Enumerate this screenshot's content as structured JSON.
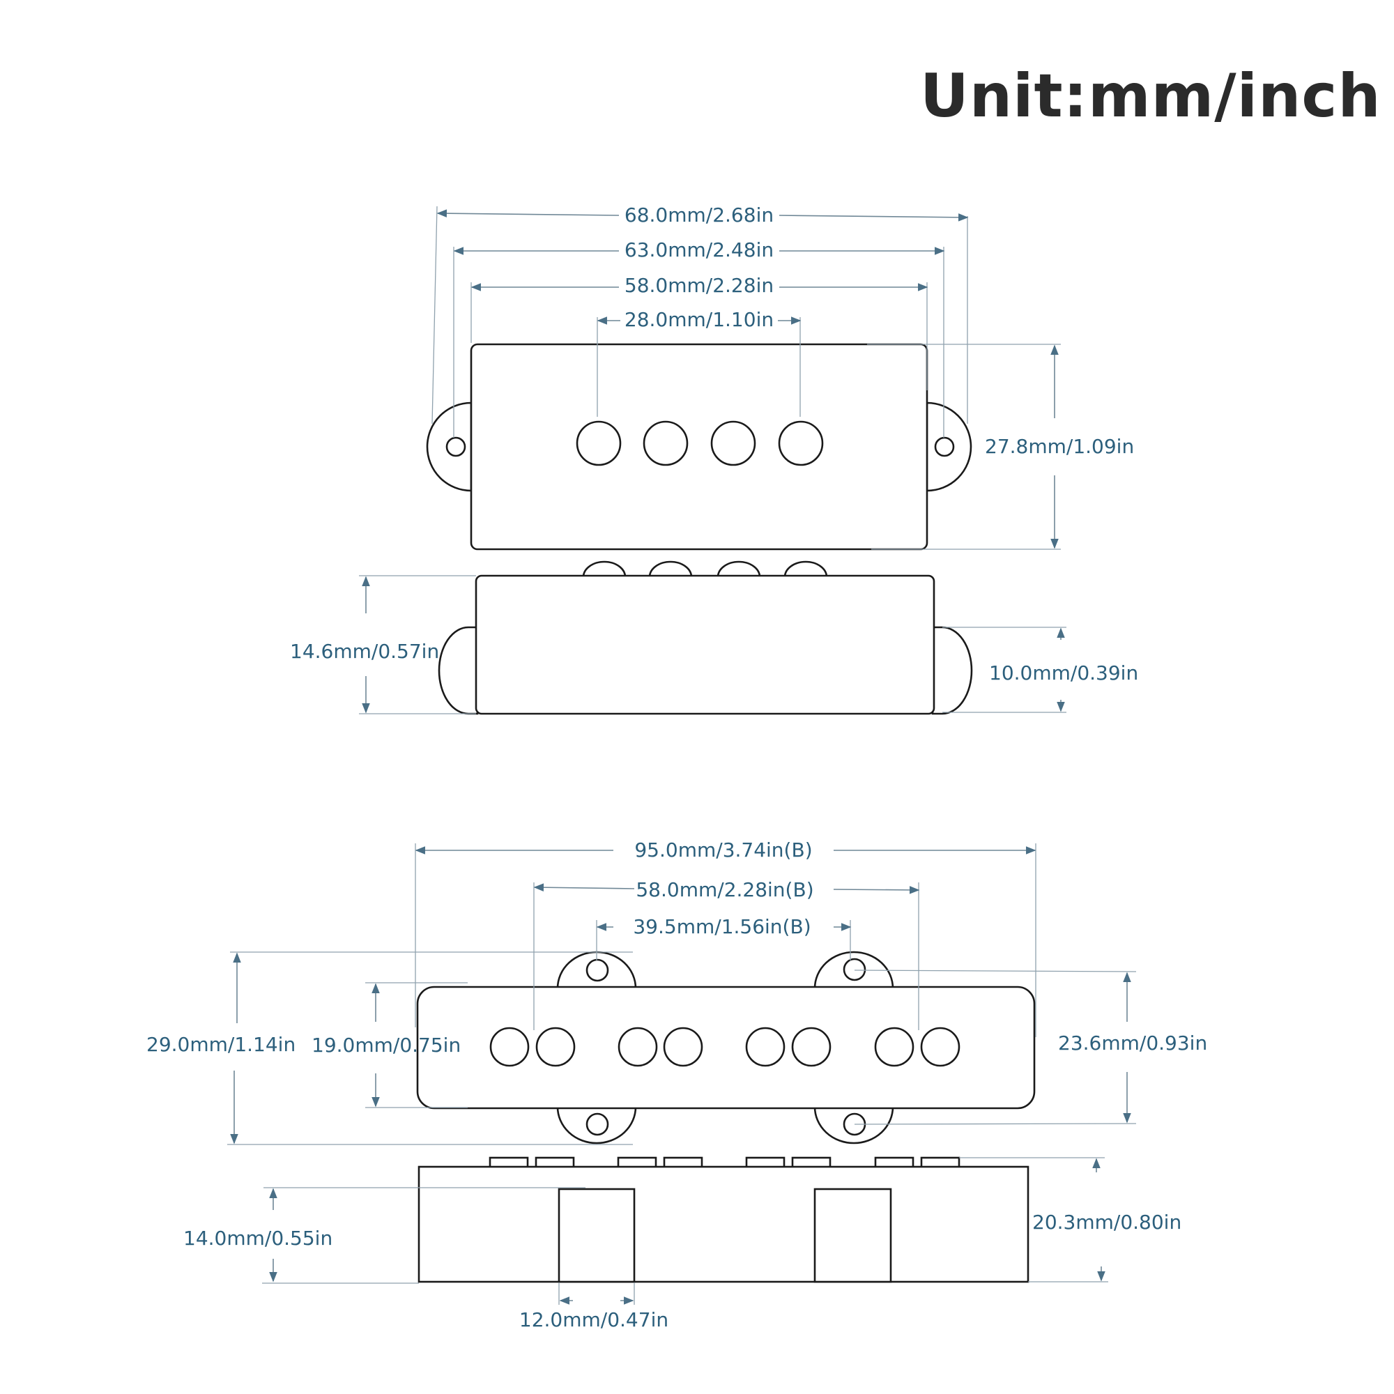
{
  "title": "Unit:mm/inch",
  "precision_pickup": {
    "top_view": {
      "overall_length": "68.0mm/2.68in",
      "mounting_hole_spacing": "63.0mm/2.48in",
      "cover_length": "58.0mm/2.28in",
      "pole_span": "28.0mm/1.10in",
      "width": "27.8mm/1.09in"
    },
    "side_view": {
      "height": "14.6mm/0.57in",
      "ear_height": "10.0mm/0.39in"
    }
  },
  "jazz_pickup": {
    "top_view": {
      "overall_length": "95.0mm/3.74in(B)",
      "pole_span": "58.0mm/2.28in(B)",
      "mounting_tab_spacing": "39.5mm/1.56in(B)",
      "overall_width": "29.0mm/1.14in",
      "cover_width": "19.0mm/0.75in",
      "tab_to_tab_width": "23.6mm/0.93in"
    },
    "side_view": {
      "body_height": "14.0mm/0.55in",
      "total_height": "20.3mm/0.80in",
      "tab_width": "12.0mm/0.47in"
    }
  }
}
